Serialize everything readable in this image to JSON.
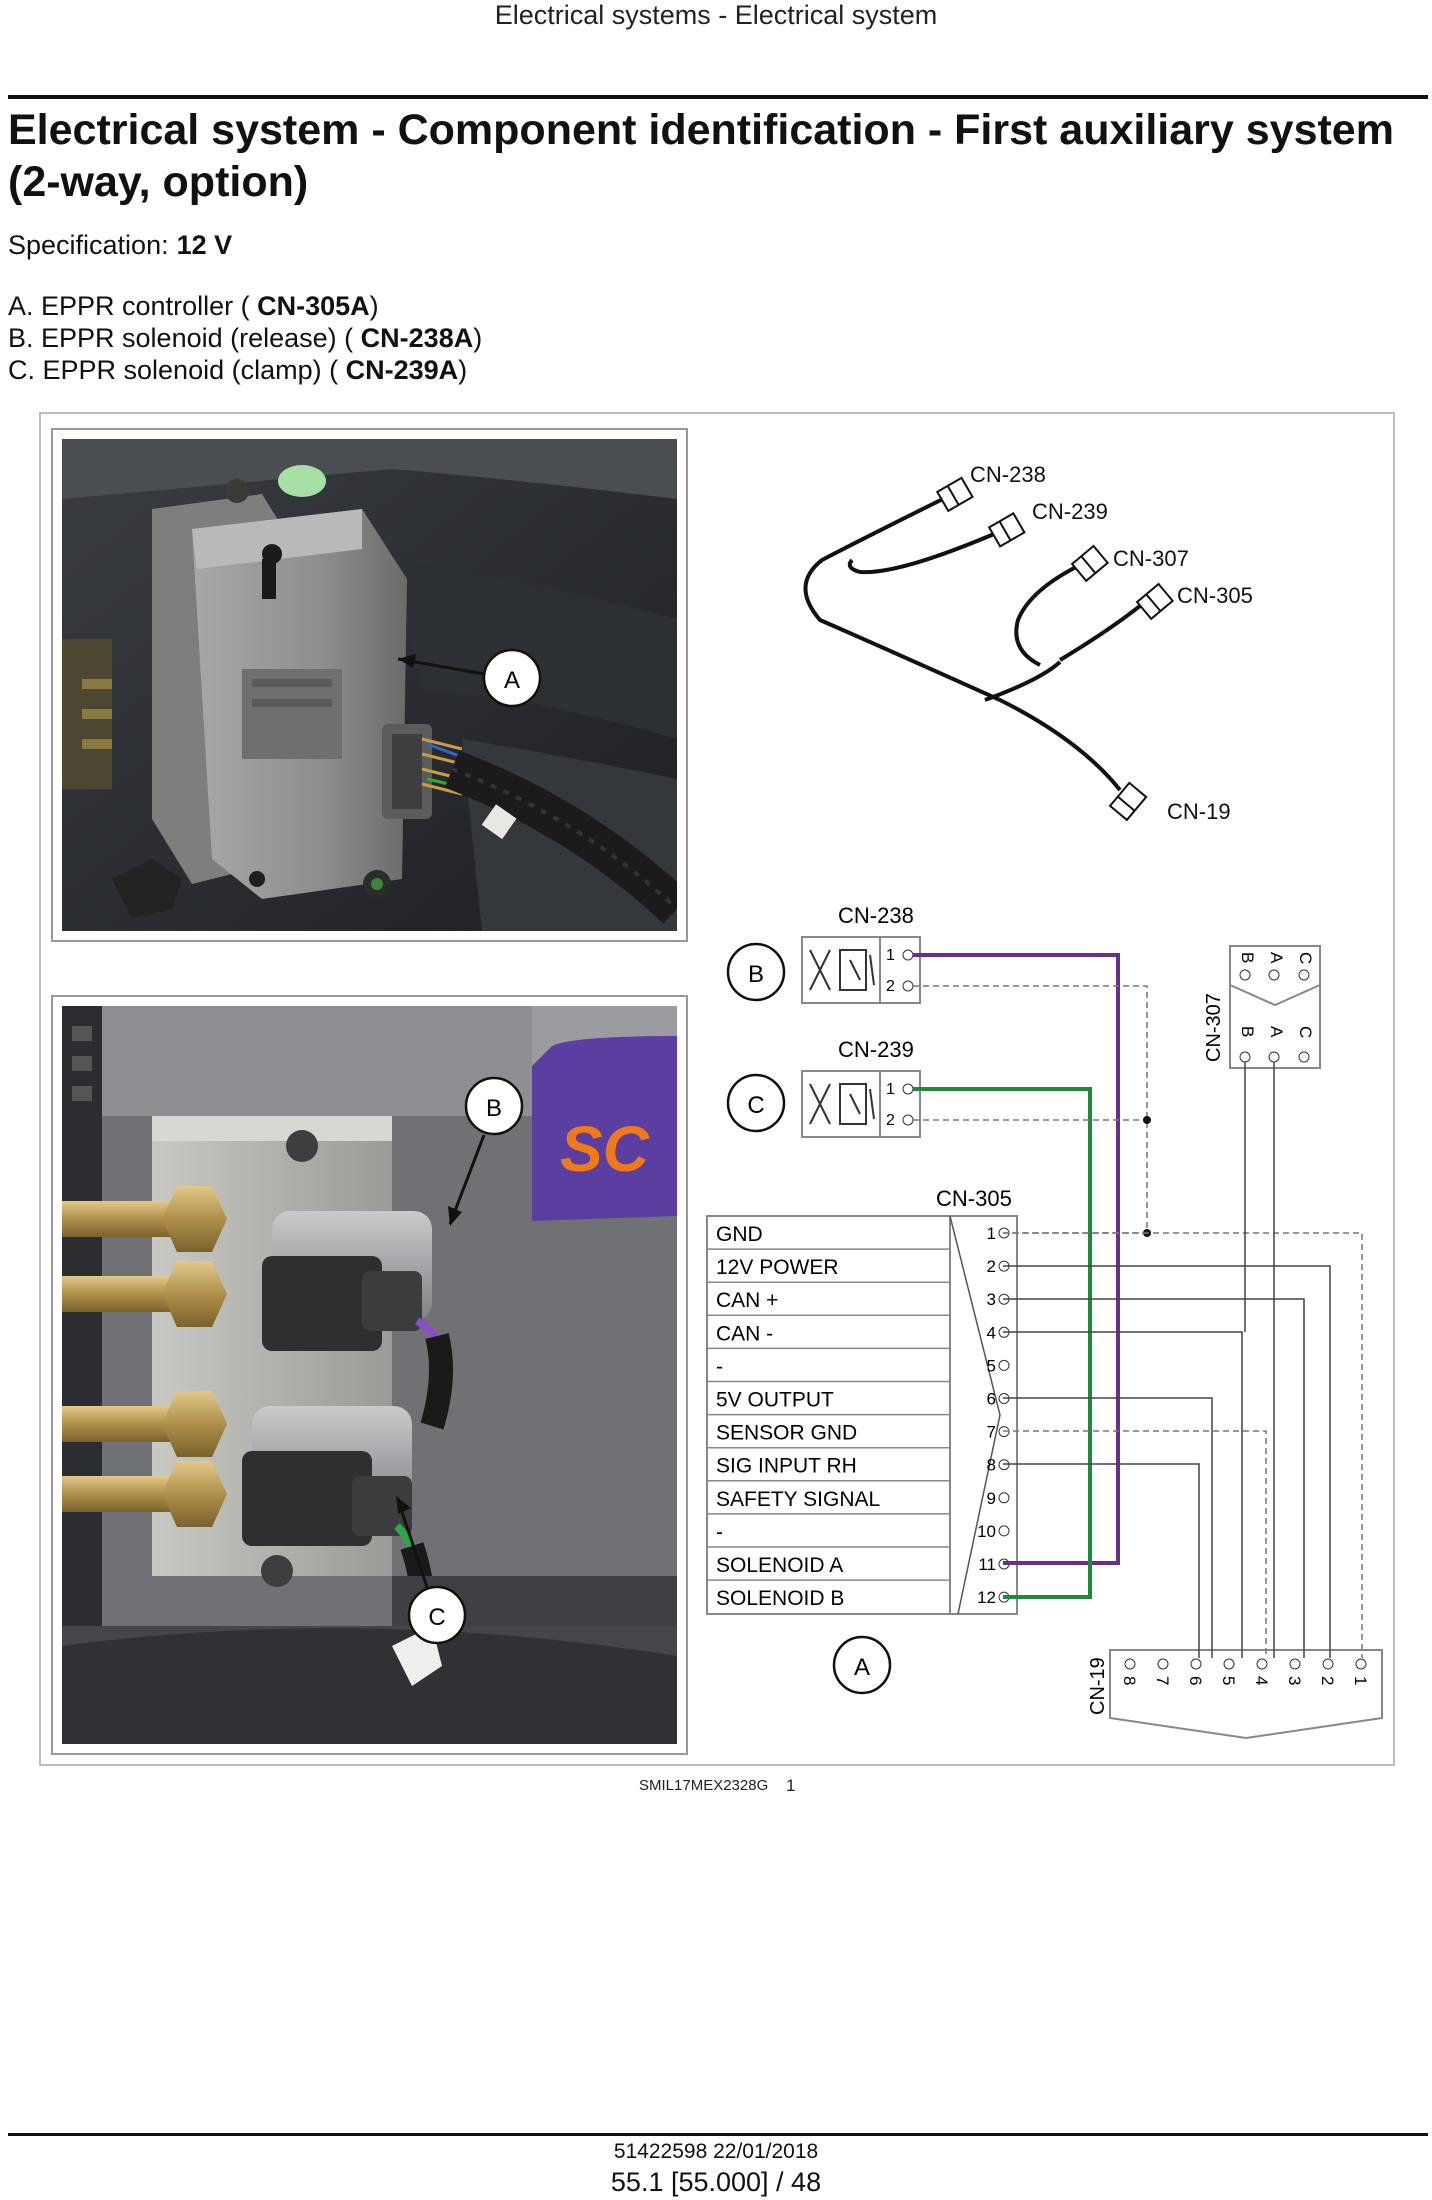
{
  "header": {
    "section": "Electrical systems - Electrical system"
  },
  "title": "Electrical system - Component identification - First auxiliary system (2-way, option)",
  "specification": {
    "label": "Specification:",
    "value": "12 V"
  },
  "components": [
    {
      "prefix": "A. EPPR controller (",
      "code": "CN-305A",
      "suffix": ")"
    },
    {
      "prefix": "B. EPPR solenoid (release) (",
      "code": "CN-238A",
      "suffix": ")"
    },
    {
      "prefix": "C. EPPR solenoid (clamp) (",
      "code": "CN-239A",
      "suffix": ")"
    }
  ],
  "callouts": {
    "a": "A",
    "b": "B",
    "c": "C"
  },
  "photo_labels": {
    "brand_text": "SC"
  },
  "harness": {
    "cn238": "CN-238",
    "cn239": "CN-239",
    "cn307": "CN-307",
    "cn305": "CN-305",
    "cn19": "CN-19"
  },
  "schematic": {
    "cn238": "CN-238",
    "cn239": "CN-239",
    "cn305": "CN-305",
    "cn307": "CN-307",
    "cn19": "CN-19",
    "solenoid_pins": [
      "1",
      "2"
    ],
    "cn307_top_pins": [
      "B",
      "A",
      "C"
    ],
    "cn307_bottom_pins": [
      "B",
      "A",
      "C"
    ],
    "cn305_pins": [
      {
        "label": "GND",
        "pin": "1"
      },
      {
        "label": "12V POWER",
        "pin": "2"
      },
      {
        "label": "CAN +",
        "pin": "3"
      },
      {
        "label": "CAN -",
        "pin": "4"
      },
      {
        "label": "-",
        "pin": "5"
      },
      {
        "label": "5V OUTPUT",
        "pin": "6"
      },
      {
        "label": "SENSOR GND",
        "pin": "7"
      },
      {
        "label": "SIG INPUT RH",
        "pin": "8"
      },
      {
        "label": "SAFETY SIGNAL",
        "pin": "9"
      },
      {
        "label": "-",
        "pin": "10"
      },
      {
        "label": "SOLENOID A",
        "pin": "11"
      },
      {
        "label": "SOLENOID B",
        "pin": "12"
      }
    ],
    "cn19_pins": [
      "8",
      "7",
      "6",
      "5",
      "4",
      "3",
      "2",
      "1"
    ],
    "wire_colors": {
      "purple": "#6b2d8e",
      "green": "#1f8a3c"
    }
  },
  "figure": {
    "caption": "SMIL17MEX2328G",
    "number": "1"
  },
  "footer": {
    "doc": "51422598 22/01/2018",
    "page": "55.1 [55.000] / 48"
  }
}
